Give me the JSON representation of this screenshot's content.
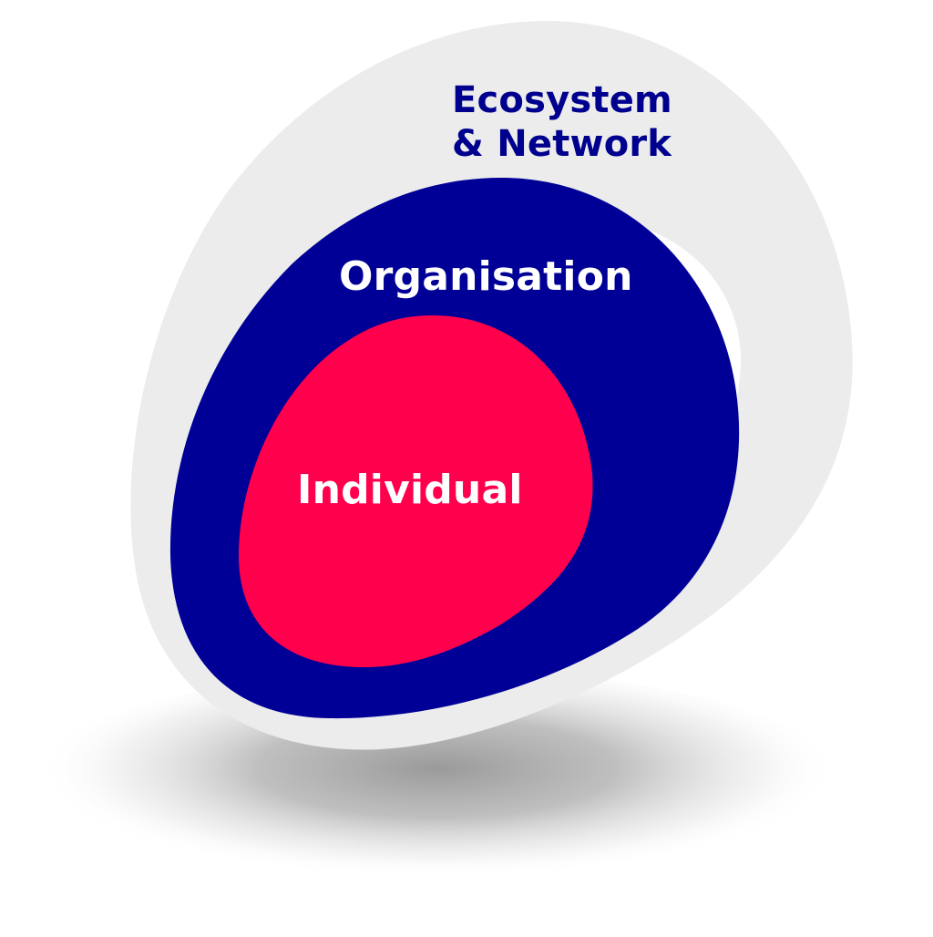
{
  "diagram": {
    "type": "nested-blobs",
    "layers": [
      {
        "id": "ecosystem",
        "label_line1": "Ecosystem",
        "label_line2": "& Network",
        "fill": "#ececec",
        "text_color": "#00008f"
      },
      {
        "id": "organisation",
        "label": "Organisation",
        "fill": "#000096",
        "text_color": "#ffffff"
      },
      {
        "id": "individual",
        "label": "Individual",
        "fill": "#ff004d",
        "text_color": "#ffffff"
      }
    ],
    "highlight_color": "#ffffff",
    "shadow_color": "#9a9a9a",
    "background": "#ffffff"
  }
}
